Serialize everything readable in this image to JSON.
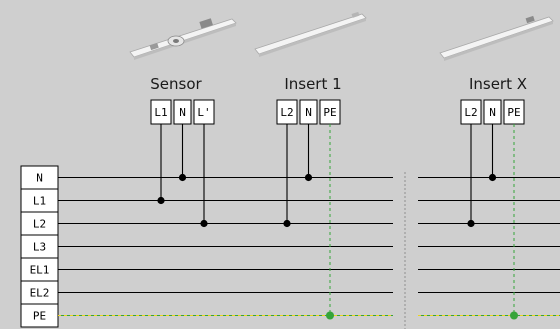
{
  "bus_lines": [
    "N",
    "L1",
    "L2",
    "L3",
    "EL1",
    "EL2",
    "PE"
  ],
  "devices": [
    {
      "name": "sensor",
      "title": "Sensor",
      "has_sensor": true,
      "terminals": [
        "L1",
        "N",
        "L'"
      ],
      "connections": [
        {
          "terminal": "L1",
          "bus": "L1"
        },
        {
          "terminal": "N",
          "bus": "N"
        },
        {
          "terminal": "L'",
          "bus": "L2"
        }
      ]
    },
    {
      "name": "insert-1",
      "title": "Insert 1",
      "has_sensor": false,
      "terminals": [
        "L2",
        "N",
        "PE"
      ],
      "connections": [
        {
          "terminal": "L2",
          "bus": "L2"
        },
        {
          "terminal": "N",
          "bus": "N"
        },
        {
          "terminal": "PE",
          "bus": "PE"
        }
      ]
    },
    {
      "name": "insert-x",
      "title": "Insert X",
      "has_sensor": false,
      "terminals": [
        "L2",
        "N",
        "PE"
      ],
      "connections": [
        {
          "terminal": "L2",
          "bus": "L2"
        },
        {
          "terminal": "N",
          "bus": "N"
        },
        {
          "terminal": "PE",
          "bus": "PE"
        }
      ]
    }
  ],
  "colors": {
    "background": "#cfcfcf",
    "wire": "#000000",
    "pe_green": "#35a43a",
    "pe_yellow": "#ecd51a",
    "fixture": "#f2f2f2"
  }
}
